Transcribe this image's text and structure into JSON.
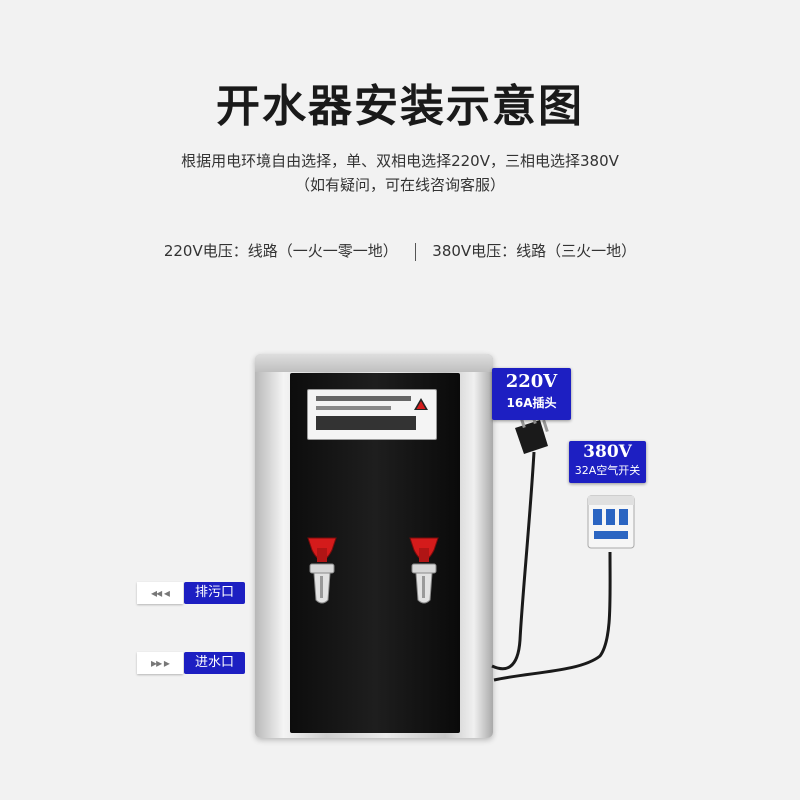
{
  "title": "开水器安装示意图",
  "description": {
    "line1": "根据用电环境自由选择，单、双相电选择220V，三相电选择380V",
    "line2": "（如有疑问，可在线咨询客服）"
  },
  "voltage_options": {
    "option_220": "220V电压：线路（一火一零一地）",
    "option_380": "380V电压：线路（三火一地）"
  },
  "connectors": {
    "plug": {
      "voltage": "220V",
      "desc": "16A插头"
    },
    "breaker": {
      "voltage": "380V",
      "desc": "32A空气开关"
    }
  },
  "pipes": {
    "drain": "排污口",
    "inlet": "进水口"
  },
  "icons": {
    "plug": "power-plug-icon",
    "breaker": "circuit-breaker-icon",
    "tap": "water-tap-icon",
    "warning": "warning-triangle-icon"
  },
  "colors": {
    "label_bg": "#1d1fc2",
    "tap_red": "#d41b1b",
    "background": "#f2f2f2"
  }
}
